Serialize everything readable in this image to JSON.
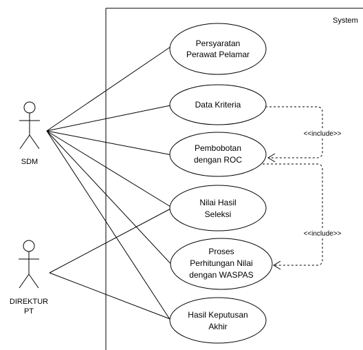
{
  "system": {
    "label": "System"
  },
  "actors": {
    "sdm": {
      "label": "SDM"
    },
    "direktur": {
      "line1": "DIREKTUR",
      "line2": "PT"
    }
  },
  "use_cases": {
    "persyaratan": {
      "line1": "Persyaratan",
      "line2": "Perawat Pelamar"
    },
    "data_kriteria": {
      "line1": "Data Kriteria"
    },
    "pembobotan": {
      "line1": "Pembobotan",
      "line2": "dengan ROC"
    },
    "nilai_hasil": {
      "line1": "Nilai Hasil",
      "line2": "Seleksi"
    },
    "proses": {
      "line1": "Proses",
      "line2": "Perhitungan Nilai",
      "line3": "dengan WASPAS"
    },
    "hasil_keputusan": {
      "line1": "Hasil Keputusan",
      "line2": "Akhir"
    }
  },
  "relations": {
    "include_1": {
      "label": "<<include>>"
    },
    "include_2": {
      "label": "<<include>>"
    }
  }
}
